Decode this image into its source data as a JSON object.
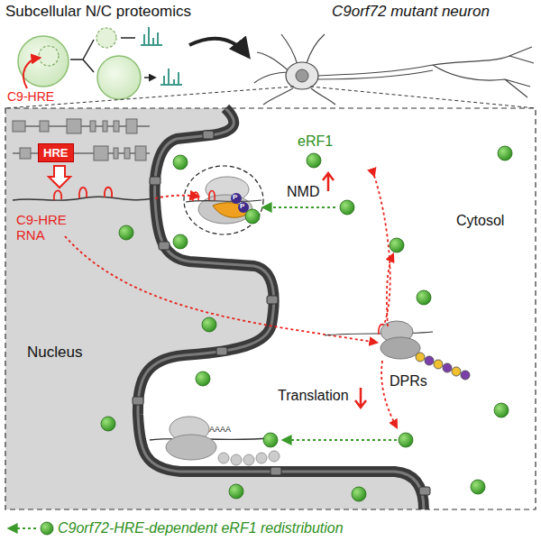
{
  "diagram": {
    "title": "Subcellular N/C proteomics",
    "nodes": [
      {
        "text": [
          "HRE"
        ]
      }
    ],
    "labels": [
      "C9-HRE",
      "C9orf72 mutant neuron",
      "eRF1",
      "NMD",
      "Cytosol",
      "C9-HRE RNA",
      "Nucleus",
      "DPRs",
      "Translation",
      "AAAA",
      "P",
      "P"
    ],
    "legend": [
      {
        "text": "C9orf72-HRE-dependent eRF1 redistribution"
      }
    ]
  }
}
